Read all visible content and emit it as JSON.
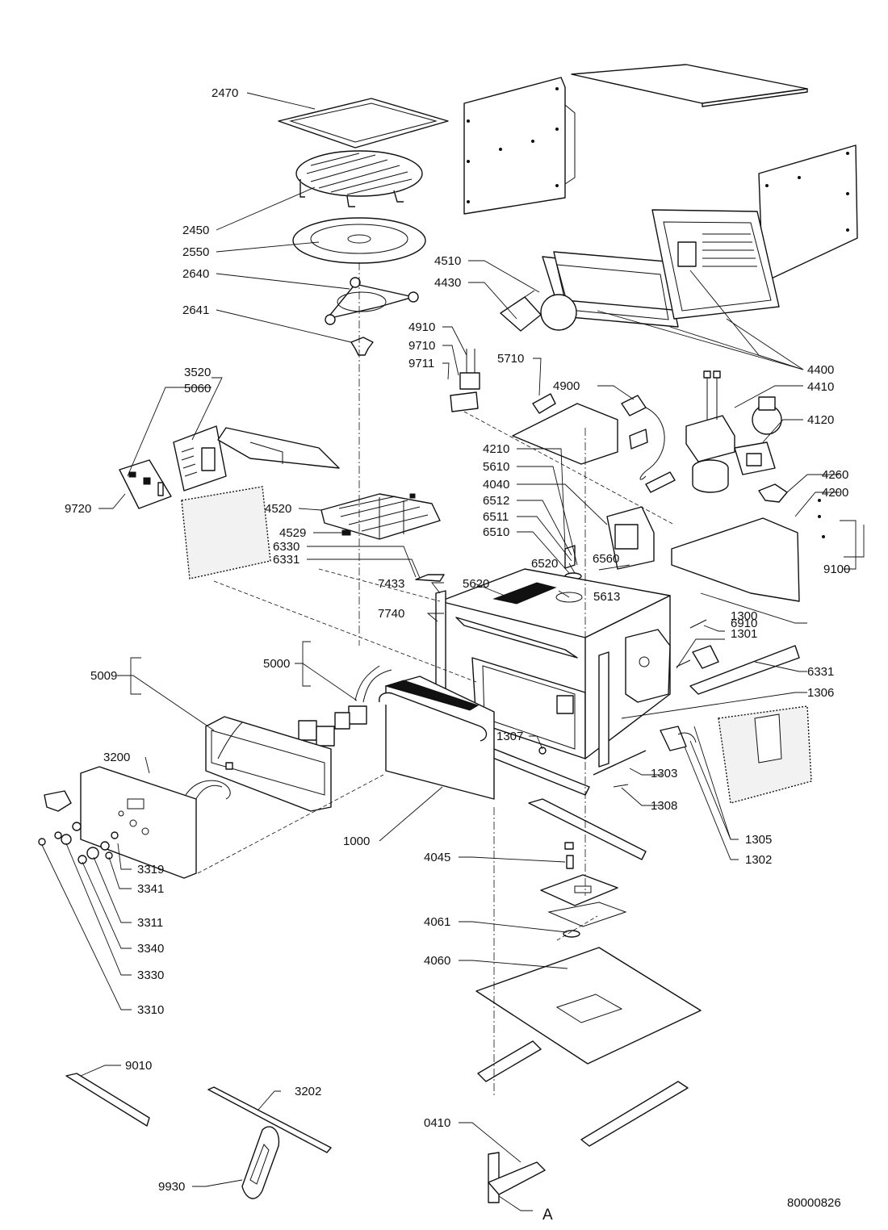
{
  "diagram_id": "80000826",
  "view_marker": "A",
  "part_labels": [
    "2470",
    "2450",
    "2550",
    "2640",
    "2641",
    "4510",
    "4430",
    "4910",
    "9710",
    "9711",
    "5710",
    "4900",
    "4400",
    "4410",
    "4120",
    "3520",
    "5060",
    "9720",
    "4520",
    "4529",
    "6330",
    "6331",
    "4210",
    "5610",
    "4040",
    "6512",
    "6511",
    "6510",
    "6520",
    "6560",
    "5620",
    "5613",
    "4260",
    "4200",
    "9100",
    "7433",
    "7740",
    "6910",
    "1300",
    "1301",
    "6331",
    "1306",
    "5009",
    "5000",
    "3200",
    "1307",
    "1303",
    "1308",
    "1000",
    "1305",
    "1302",
    "3319",
    "3341",
    "3311",
    "3340",
    "3330",
    "3310",
    "4045",
    "4061",
    "4060",
    "9010",
    "3202",
    "0410",
    "9930"
  ]
}
